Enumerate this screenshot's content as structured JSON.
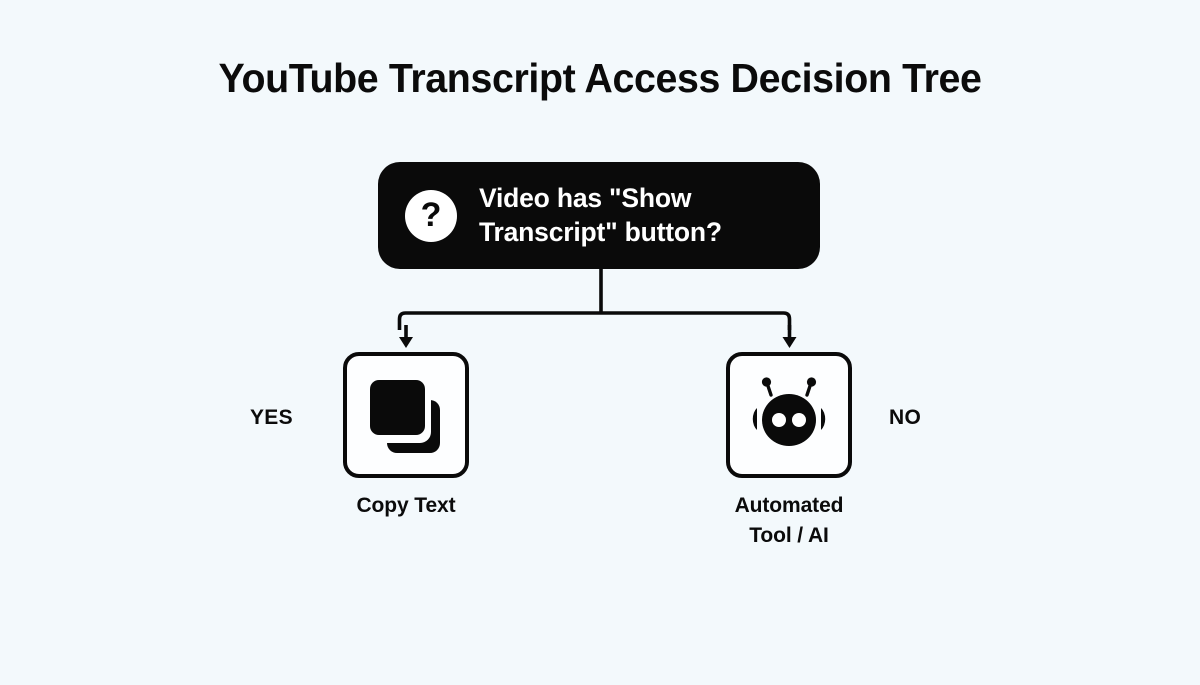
{
  "page": {
    "title": "YouTube Transcript Access Decision Tree",
    "background_color": "#f3f9fc",
    "ink_color": "#0a0a0a"
  },
  "decision_node": {
    "icon": "question-mark-icon",
    "badge_text": "?",
    "question": "Video has \"Show\nTranscript\" button?",
    "background_color": "#0a0a0a",
    "text_color": "#ffffff"
  },
  "branches": [
    {
      "label": "YES",
      "icon": "copy-icon",
      "caption": "Copy Text"
    },
    {
      "label": "NO",
      "icon": "robot-icon",
      "caption": "Automated\nTool / AI"
    }
  ]
}
